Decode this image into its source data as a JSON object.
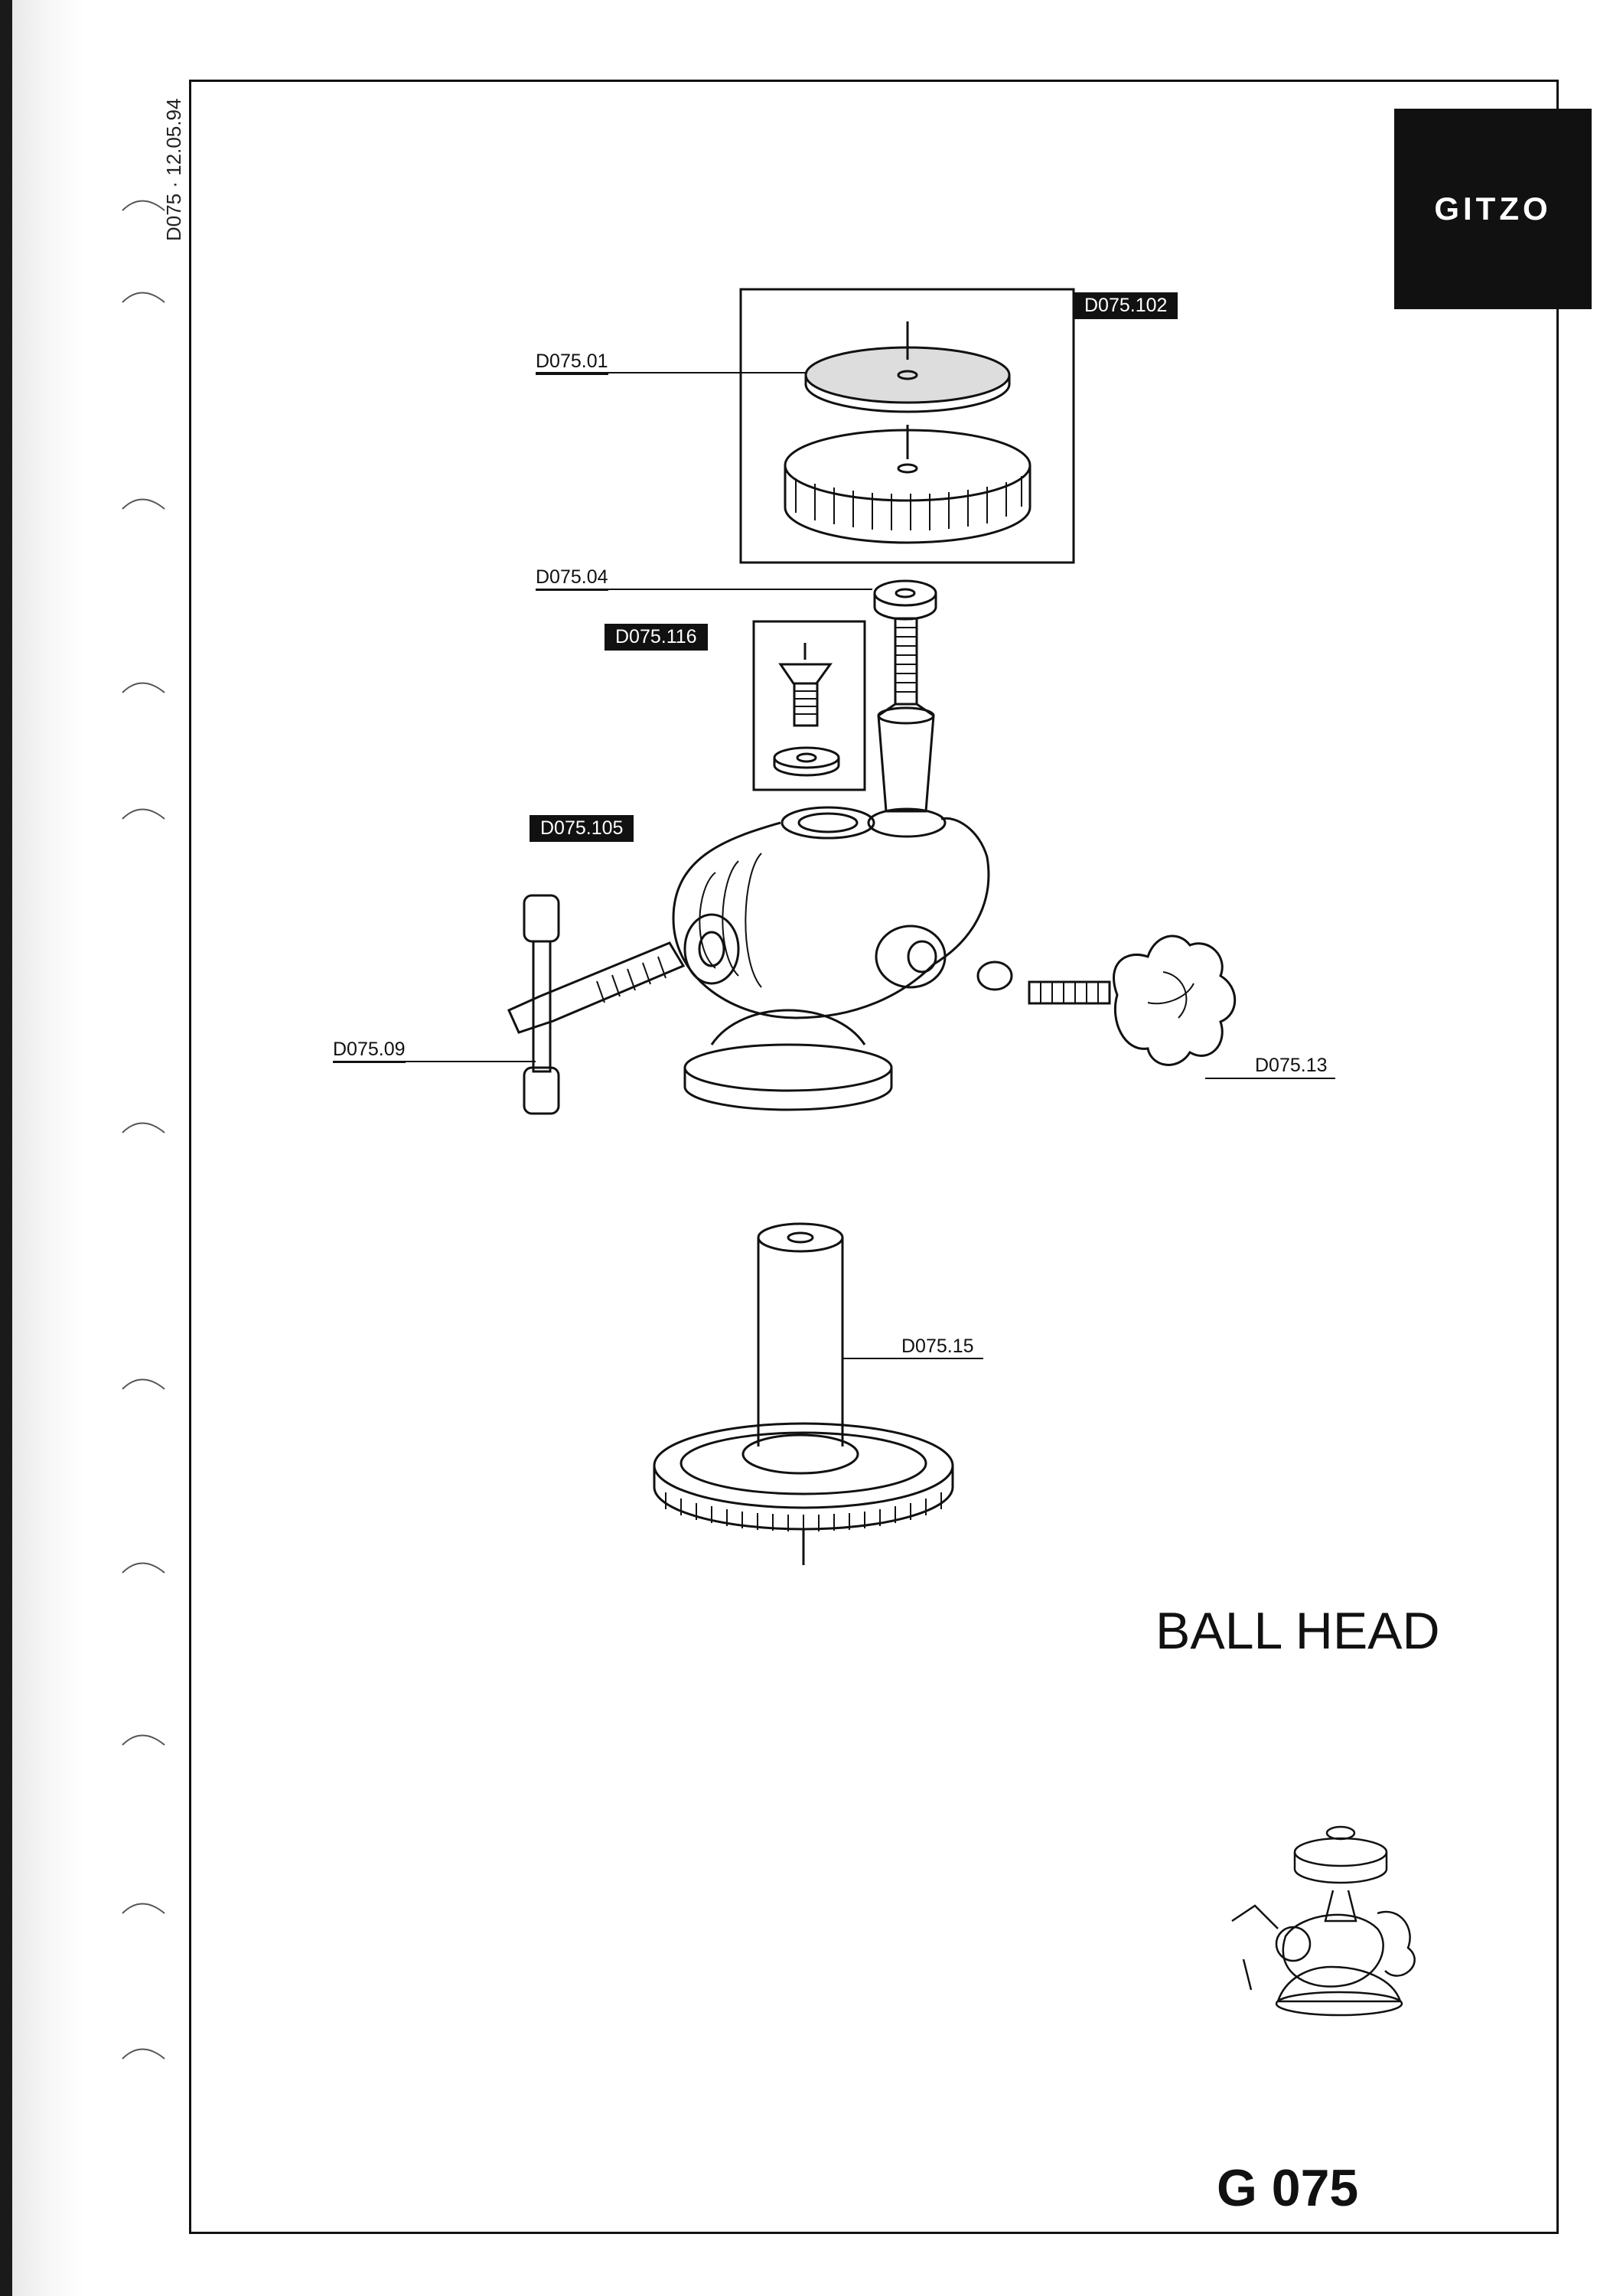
{
  "document_ref": "D075 · 12.05.94",
  "brand": {
    "logo_text": "GITZO"
  },
  "title": "BALL HEAD",
  "model": "G 075",
  "parts": {
    "d075_01": "D075.01",
    "d075_102": "D075.102",
    "d075_04": "D075.04",
    "d075_116": "D075.116",
    "d075_105": "D075.105",
    "d075_09": "D075.09",
    "d075_13": "D075.13",
    "d075_15": "D075.15"
  },
  "colors": {
    "ink": "#111111",
    "paper": "#ffffff"
  }
}
